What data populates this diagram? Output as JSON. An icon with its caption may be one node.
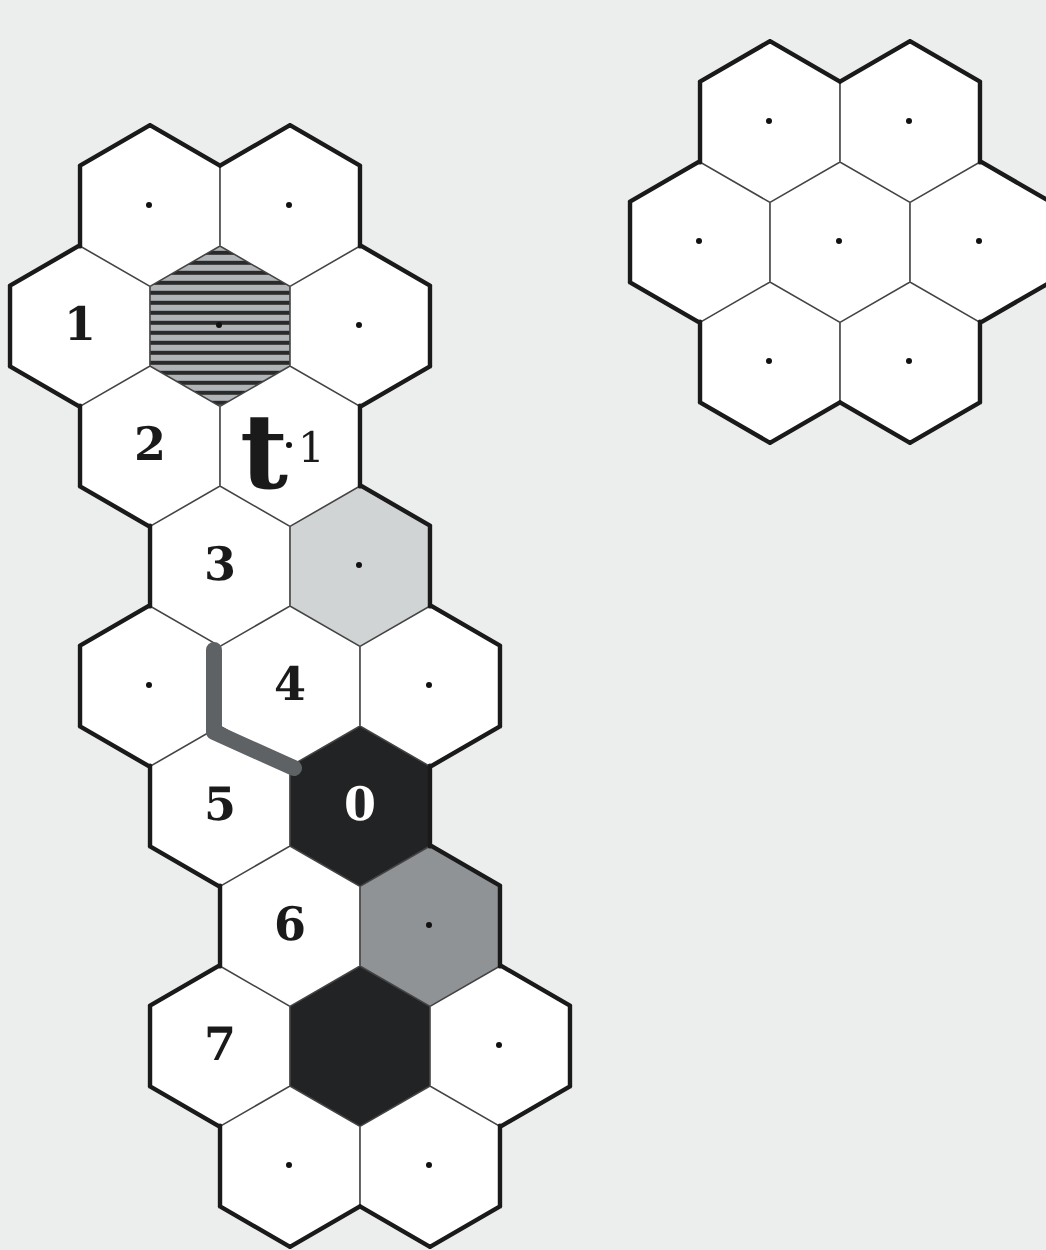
{
  "diagram": {
    "nodes": [
      {
        "text": [],
        "shape": "hexagon"
      },
      {
        "text": [],
        "shape": "hexagon"
      },
      {
        "text": [
          "1"
        ]
      },
      {
        "text": [],
        "shape": "hexagon"
      },
      {
        "text": [],
        "shape": "hexagon"
      },
      {
        "text": [
          "2"
        ]
      },
      {
        "text": [
          "t",
          "1"
        ]
      },
      {
        "text": [
          "3"
        ]
      },
      {
        "text": [],
        "shape": "hexagon"
      },
      {
        "text": [],
        "shape": "hexagon"
      },
      {
        "text": [
          "4"
        ]
      },
      {
        "text": [],
        "shape": "hexagon"
      },
      {
        "text": [
          "5"
        ]
      },
      {
        "text": [
          "0"
        ]
      },
      {
        "text": [
          "6"
        ]
      },
      {
        "text": [],
        "shape": "hexagon"
      },
      {
        "text": [
          "7"
        ]
      },
      {
        "text": [],
        "shape": "hexagon"
      },
      {
        "text": [],
        "shape": "hexagon"
      },
      {
        "text": [],
        "shape": "hexagon"
      },
      {
        "text": [],
        "shape": "hexagon"
      },
      {
        "text": [],
        "shape": "hexagon"
      },
      {
        "text": [],
        "shape": "hexagon"
      },
      {
        "text": [],
        "shape": "hexagon"
      },
      {
        "text": [],
        "shape": "hexagon"
      },
      {
        "text": [],
        "shape": "hexagon"
      },
      {
        "text": [],
        "shape": "hexagon"
      },
      {
        "text": [],
        "shape": "hexagon"
      }
    ]
  }
}
